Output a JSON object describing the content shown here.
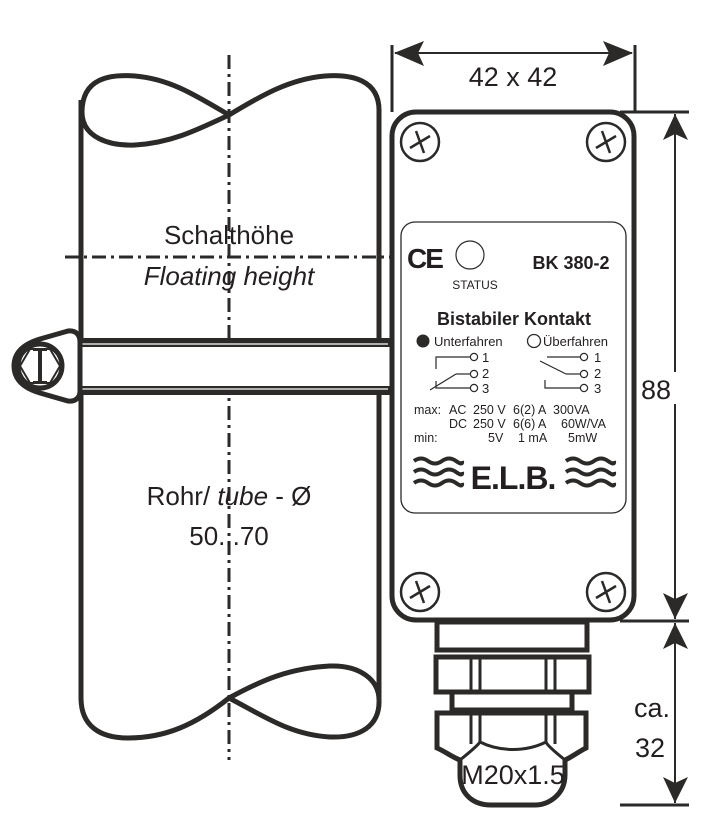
{
  "drawing": {
    "title": "BK 380-2 mounting dimension drawing",
    "line_color": "#2b2a29",
    "text_color": "#231f20"
  },
  "pipe": {
    "switch_height_de": "Schalthöhe",
    "switch_height_en": "Floating height",
    "tube_label_de": "Rohr/ ",
    "tube_label_en": "tube",
    "tube_label_suffix": " - Ø",
    "tube_diameter": "50...70"
  },
  "dimensions": {
    "width": "42 x 42",
    "height": "88",
    "gland_height_prefix": "ca.",
    "gland_height": "32",
    "gland_thread": "M20x1.5"
  },
  "label": {
    "ce_mark": "CE",
    "status": "STATUS",
    "model": "BK 380-2",
    "heading": "Bistabiler Kontakt",
    "mode_below": "Unterfahren",
    "mode_above": "Überfahren",
    "terminals": [
      "1",
      "2",
      "3"
    ],
    "specs": [
      [
        "max:",
        "AC",
        "250 V",
        "6(2) A",
        "300VA"
      ],
      [
        "",
        "DC",
        "250 V",
        "6(6) A",
        "60W/VA"
      ],
      [
        "min:",
        "",
        "5V",
        "1 mA",
        "5mW"
      ]
    ],
    "brand": "E.L.B."
  }
}
